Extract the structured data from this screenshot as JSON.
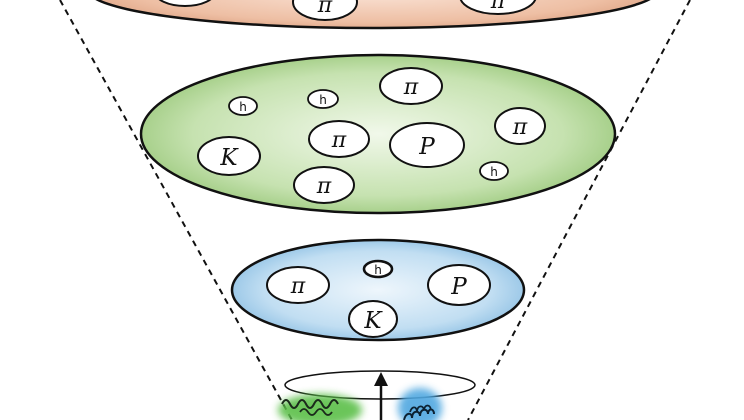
{
  "diagram": {
    "layers": [
      {
        "id": "top-layer",
        "color": "#e9b59a",
        "particles": [
          {
            "type": "pi",
            "label": "π"
          },
          {
            "type": "pi",
            "label": "π"
          }
        ]
      },
      {
        "id": "middle-layer",
        "color": "#a9d08e",
        "particles": [
          {
            "type": "h",
            "label": "h"
          },
          {
            "type": "h",
            "label": "h"
          },
          {
            "type": "pi",
            "label": "π"
          },
          {
            "type": "pi",
            "label": "π"
          },
          {
            "type": "pi",
            "label": "π"
          },
          {
            "type": "pi",
            "label": "π"
          },
          {
            "type": "K",
            "label": "K"
          },
          {
            "type": "P",
            "label": "P"
          },
          {
            "type": "h",
            "label": "h"
          }
        ]
      },
      {
        "id": "lower-layer",
        "color": "#a8d0ec",
        "particles": [
          {
            "type": "pi",
            "label": "π"
          },
          {
            "type": "h",
            "label": "h"
          },
          {
            "type": "P",
            "label": "P"
          },
          {
            "type": "K",
            "label": "K"
          }
        ]
      }
    ],
    "colors": {
      "cone_line": "#111111",
      "gluon_green": "#5cbf4a",
      "gluon_blue": "#4fa7e0"
    }
  }
}
